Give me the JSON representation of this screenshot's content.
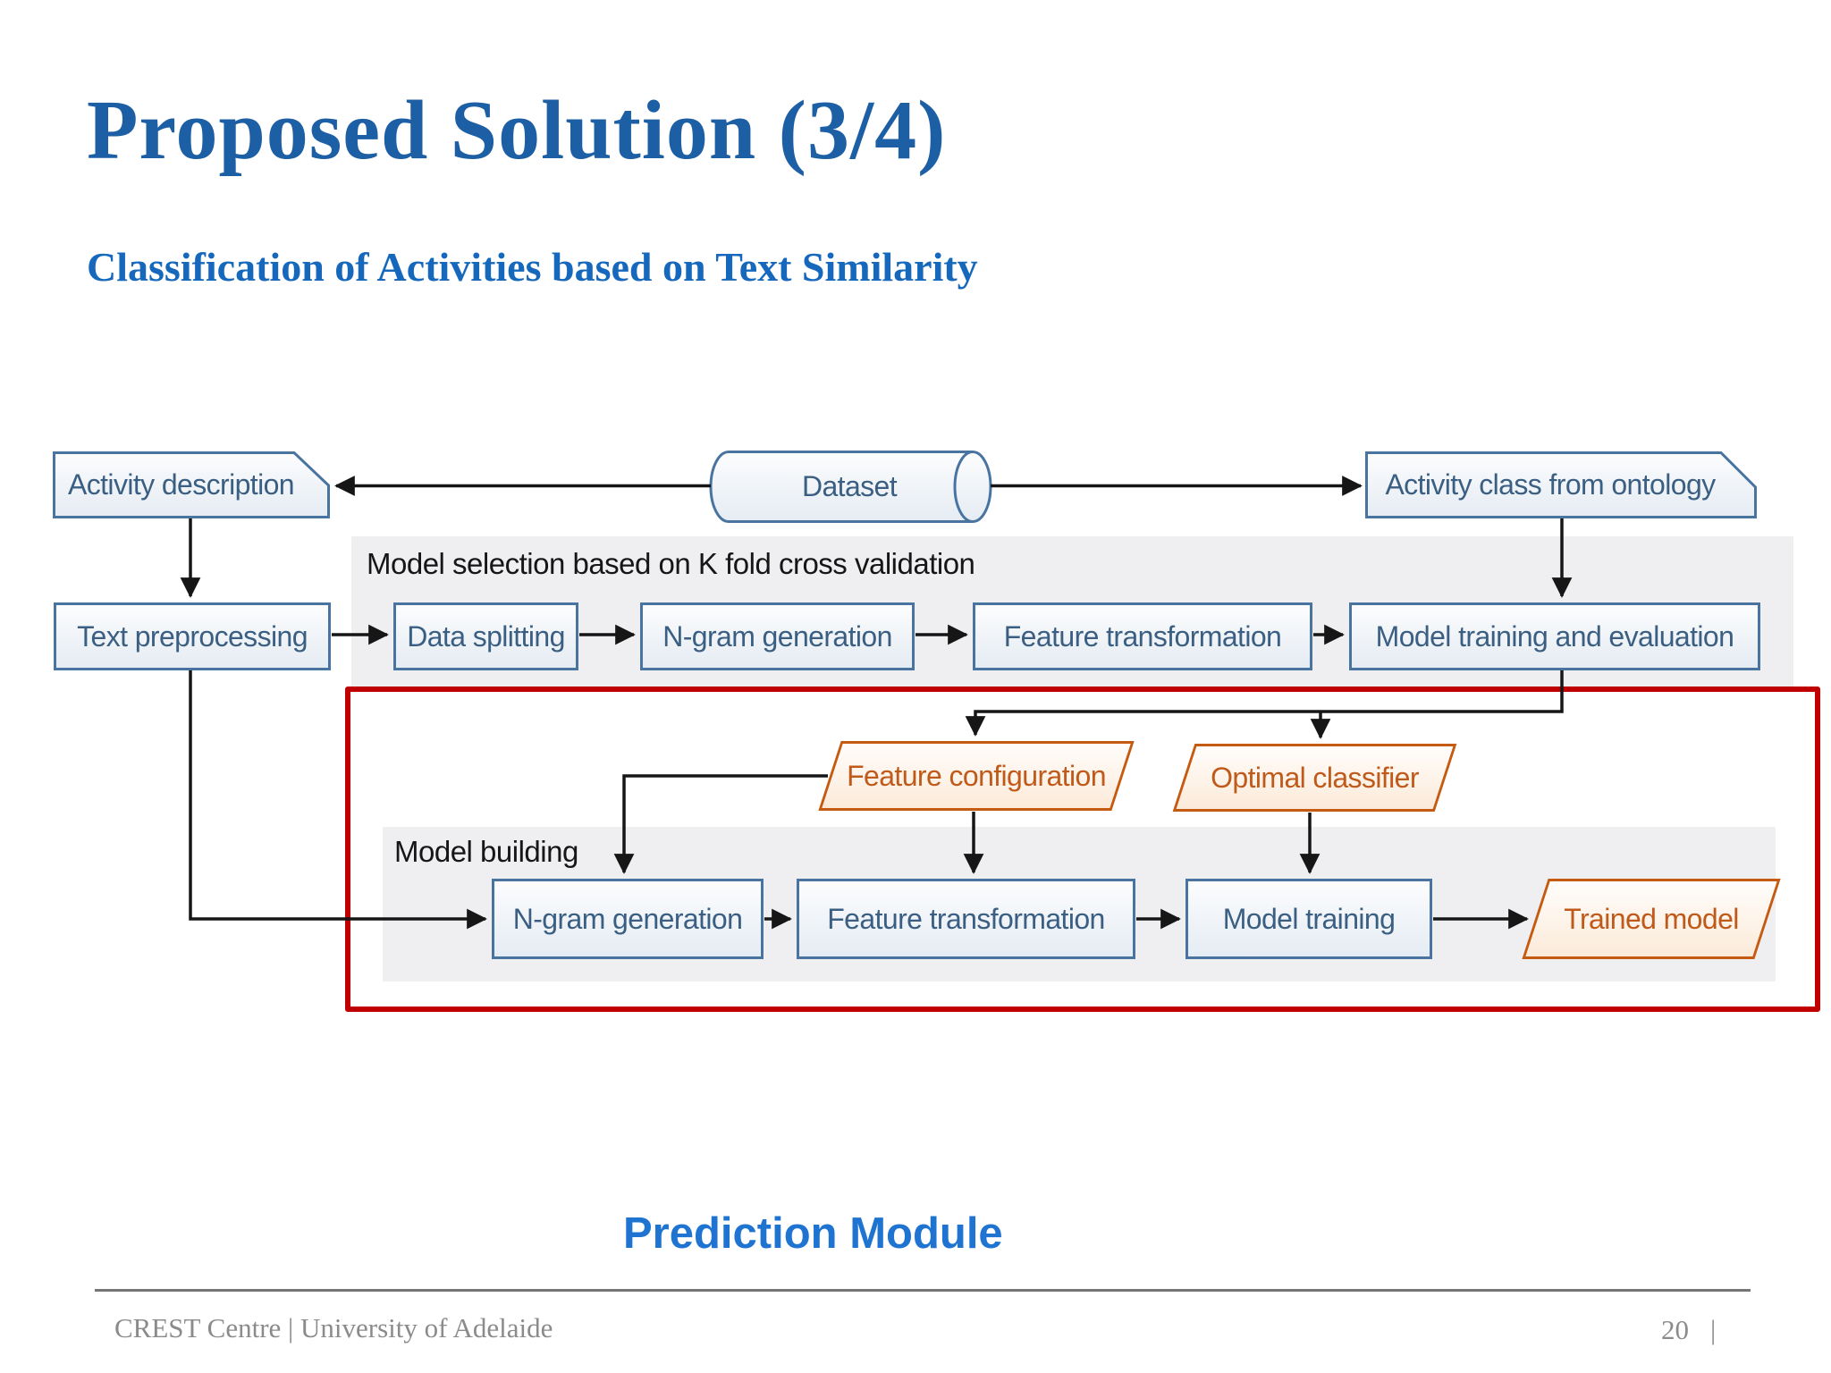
{
  "slide": {
    "title": "Proposed Solution (3/4)",
    "subtitle": "Classification of Activities based on Text Similarity",
    "prediction_caption": "Prediction Module",
    "footer": {
      "left": "CREST Centre | University of Adelaide",
      "page": "20",
      "divider": "|"
    }
  },
  "diagram": {
    "group_labels": {
      "model_selection": "Model selection based on K fold cross validation",
      "model_building": "Model building"
    },
    "nodes": {
      "activity_description": "Activity description",
      "dataset": "Dataset",
      "activity_class_from_ontology": "Activity class from ontology",
      "text_preprocessing": "Text preprocessing",
      "data_splitting": "Data splitting",
      "ngram_generation_selection": "N-gram generation",
      "feature_transformation_selection": "Feature transformation",
      "model_training_and_evaluation": "Model training and evaluation",
      "feature_configuration": "Feature configuration",
      "optimal_classifier": "Optimal classifier",
      "ngram_generation_building": "N-gram generation",
      "feature_transformation_building": "Feature transformation",
      "model_training": "Model training",
      "trained_model": "Trained model"
    },
    "colors": {
      "title_blue": "#1d5fa5",
      "subtitle_blue": "#1568bb",
      "caption_blue": "#1e74d0",
      "node_border_blue": "#4a74a0",
      "node_text_blue": "#3a5f82",
      "accent_orange": "#c55a11",
      "orange_text": "#c05a1a",
      "highlight_red": "#c00000",
      "panel_gray": "#efeff1",
      "connector_black": "#161616",
      "footer_gray": "#8b8b8b"
    }
  }
}
